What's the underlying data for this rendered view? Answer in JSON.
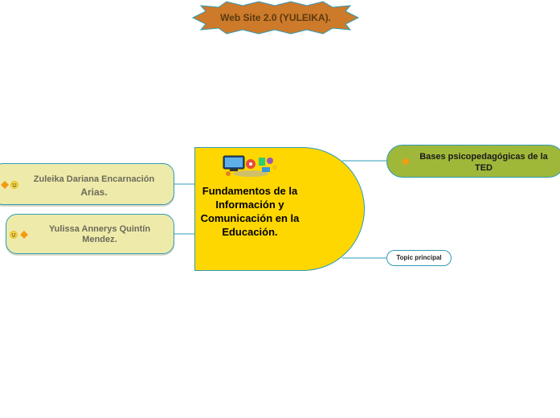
{
  "title_burst": {
    "label": "Web Site 2.0 (YULEIKA).",
    "fill": "#cd7a2a",
    "stroke": "#2f9bb7"
  },
  "central_topic": {
    "label": "Fundamentos de la Información y Comunicación en la Educación.",
    "fill": "#ffd700",
    "image": "multimedia-icons-illustration"
  },
  "subtopics_right": [
    {
      "label": "Bases psicopedagógicas de la TED",
      "fill": "#9fb83a",
      "icons": [
        "orange-diamond-icon"
      ]
    },
    {
      "label": "Topic principal",
      "fill": "#ffffff",
      "icons": []
    }
  ],
  "subtopics_left": [
    {
      "line1": "Zuleika Dariana Encarnación",
      "line2": "Arias.",
      "fill": "#eeeaaa",
      "icons": [
        "orange-diamond-icon",
        "smiley-icon"
      ]
    },
    {
      "label": "Yulissa Annerys Quintín Mendez.",
      "fill": "#eeeaaa",
      "icons": [
        "smiley-icon",
        "orange-diamond-icon"
      ]
    }
  ],
  "colors": {
    "connector": "#2f9bb7",
    "accent_icon": "#f39c12"
  }
}
